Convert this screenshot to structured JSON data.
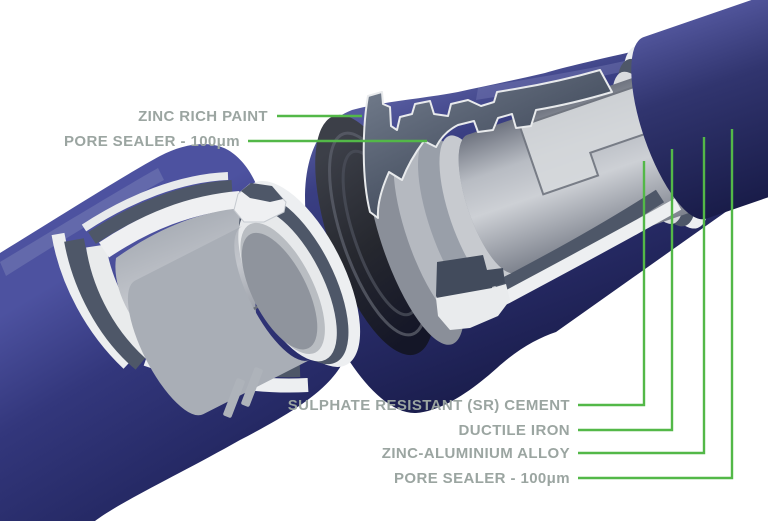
{
  "diagram": {
    "background": "#ffffff",
    "callouts_top": [
      {
        "id": "zinc-rich-paint",
        "label": "ZINC RICH PAINT",
        "line_points": "277,116 362,116"
      },
      {
        "id": "pore-sealer-socket",
        "label": "PORE SEALER - 100μm",
        "line_points": "248,141 427,141"
      }
    ],
    "callouts_bottom": [
      {
        "id": "sr-cement",
        "label": "SULPHATE RESISTANT (SR) CEMENT",
        "line_points": "578,405 644,405 644,161"
      },
      {
        "id": "ductile-iron",
        "label": "DUCTILE IRON",
        "line_points": "578,430 672,430 672,149"
      },
      {
        "id": "zinc-aluminium-alloy",
        "label": "ZINC-ALUMINIUM ALLOY",
        "line_points": "578,453 704,453 704,137"
      },
      {
        "id": "pore-sealer-barrel",
        "label": "PORE SEALER - 100μm",
        "line_points": "578,478 732,478 732,129"
      }
    ],
    "colors": {
      "pipe_blue": "#2d3272",
      "pipe_blue_dark": "#1b1e4e",
      "pipe_blue_light": "#5055a0",
      "iron_slate": "#4e5768",
      "silver": "#aeb3bb",
      "silver_light": "#d6d9dd",
      "white_band": "#edeff1",
      "leader_green": "#53b848",
      "label_gray": "#9ba5a1",
      "background": "#ffffff"
    }
  }
}
